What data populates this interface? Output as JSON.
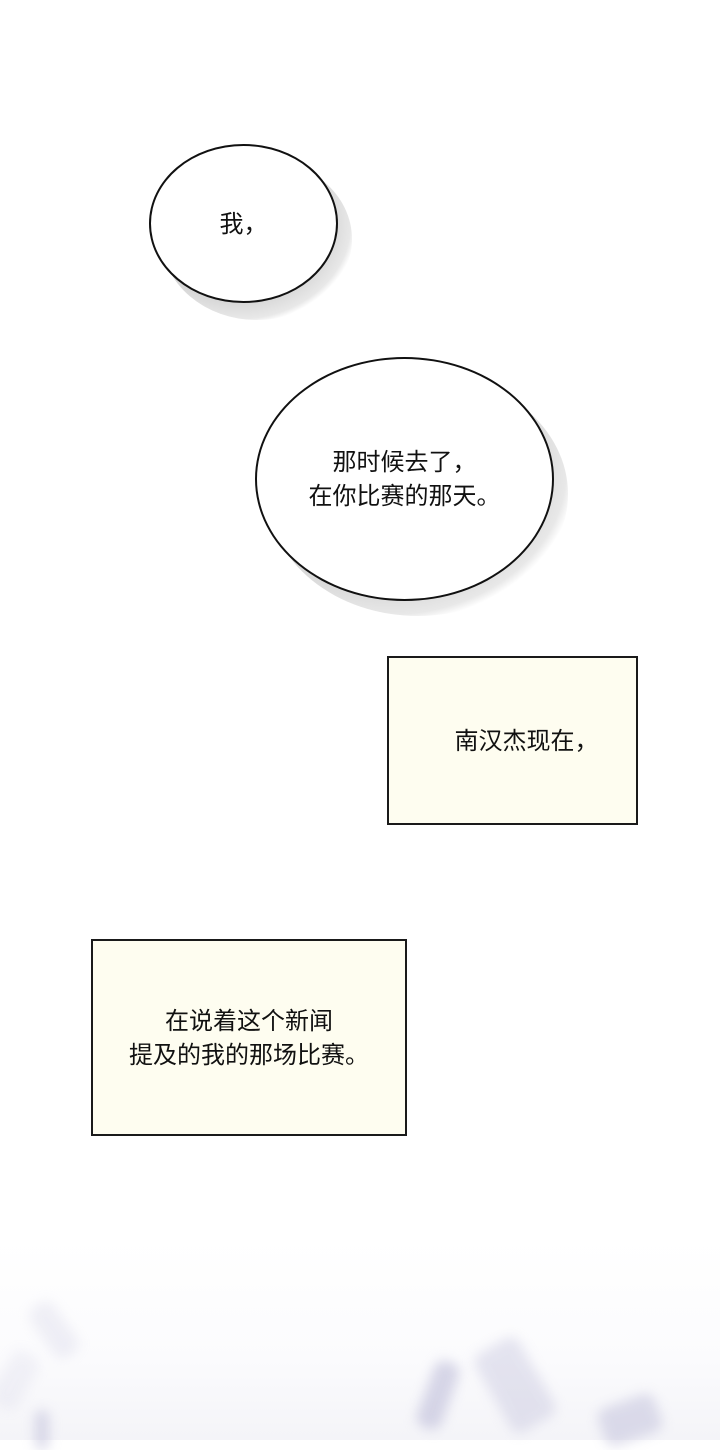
{
  "panel": {
    "background_color": "#ffffff",
    "bubbles": [
      {
        "text": "我，",
        "type": "speech-oval"
      },
      {
        "text": "那时候去了，\n在你比赛的那天。",
        "type": "speech-oval"
      }
    ],
    "captions": [
      {
        "text": "南汉杰现在，",
        "type": "narration-box",
        "color": "#fefdf0"
      },
      {
        "text": "在说着这个新闻\n提及的我的那场比赛。",
        "type": "narration-box",
        "color": "#fefdf0"
      }
    ],
    "bottom_art": {
      "description": "faded lavender brush strokes",
      "color": "#b9b8d6"
    }
  }
}
